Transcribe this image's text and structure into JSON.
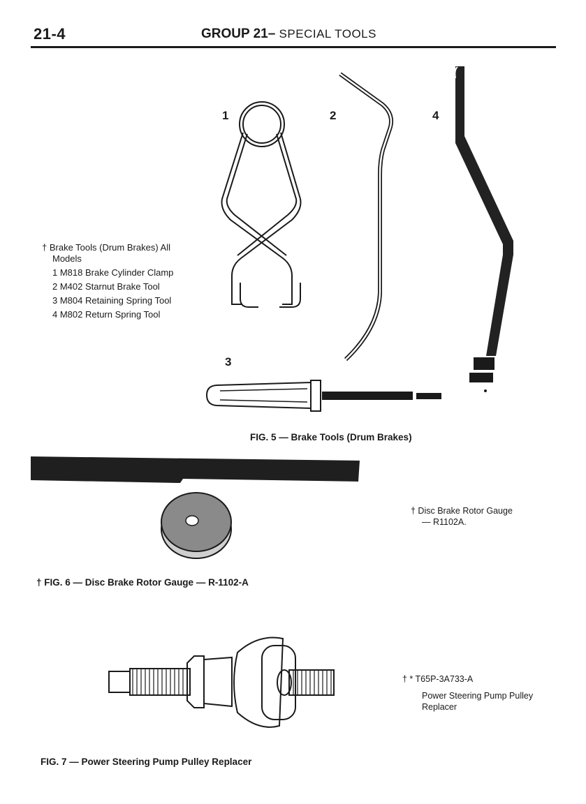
{
  "header": {
    "page_number": "21-4",
    "group": "GROUP 21",
    "dash": "–",
    "section": " SPECIAL  TOOLS"
  },
  "fig5": {
    "legend_title_line1": "† Brake Tools (Drum Brakes) All",
    "legend_title_line2": "Models",
    "items": [
      "1 M818 Brake Cylinder Clamp",
      "2 M402 Starnut Brake Tool",
      "3 M804 Retaining Spring Tool",
      "4 M802 Return Spring Tool"
    ],
    "callouts": [
      "1",
      "2",
      "3",
      "4"
    ],
    "caption": "FIG. 5 — Brake Tools (Drum Brakes)"
  },
  "fig6": {
    "note_line1": "† Disc Brake Rotor Gauge",
    "note_line2": "— R1102A.",
    "caption": "† FIG. 6 — Disc Brake Rotor Gauge — R-1102-A"
  },
  "fig7": {
    "note_line1": "† * T65P-3A733-A",
    "note_line2": "Power Steering Pump Pulley",
    "note_line3": "Replacer",
    "caption": "FIG. 7 — Power Steering Pump Pulley Replacer"
  }
}
